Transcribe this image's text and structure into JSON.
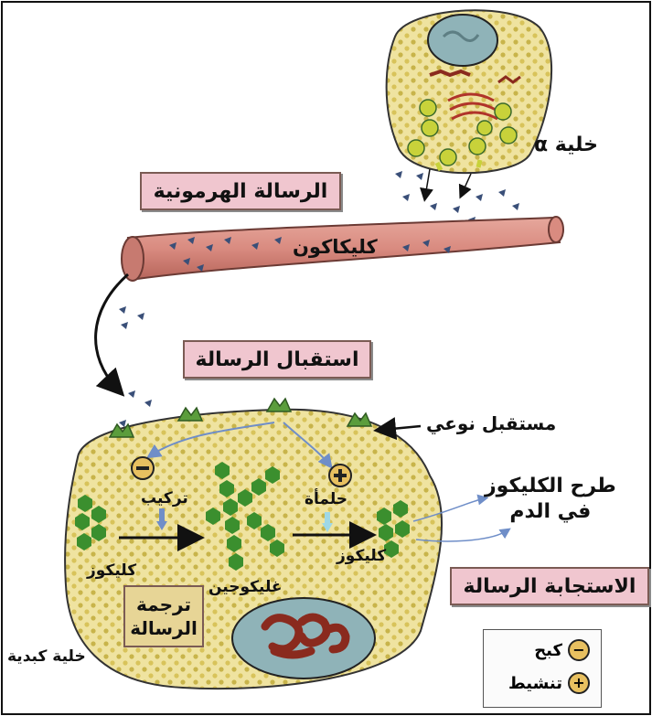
{
  "labels": {
    "alpha_cell": "خلية α",
    "hormonal_message": "الرسالة الهرمونية",
    "glucagon": "كليكاكون",
    "message_reception": "استقبال الرسالة",
    "specific_receptor": "مستقبل نوعي",
    "synthesis": "تركيب",
    "hydrolysis": "حلمأة",
    "glucose_left": "كليكوز",
    "glucose_right": "كليكوز",
    "glycogen": "غليكوجين",
    "message_translation_1": "ترجمة",
    "message_translation_2": "الرسالة",
    "glucose_release_1": "طرح الكليكوز",
    "glucose_release_2": "في الدم",
    "message_response": "الاستجابة الرسالة",
    "liver_cell": "خلية كبدية"
  },
  "legend": {
    "inhibition_label": "كبح",
    "activation_label": "تنشيط",
    "inhibition_symbol": "−",
    "activation_symbol": "+"
  },
  "colors": {
    "cell_fill": "#e9d77a",
    "vessel_fill": "#d98b80",
    "label_box": "#f0c6cf",
    "receptor": "#5b9d3c",
    "glycogen": "#3b8f2e",
    "nucleus": "#8fb3b8",
    "chromatin": "#8a2a1e",
    "glucagon_mark": "#3a4f78"
  }
}
